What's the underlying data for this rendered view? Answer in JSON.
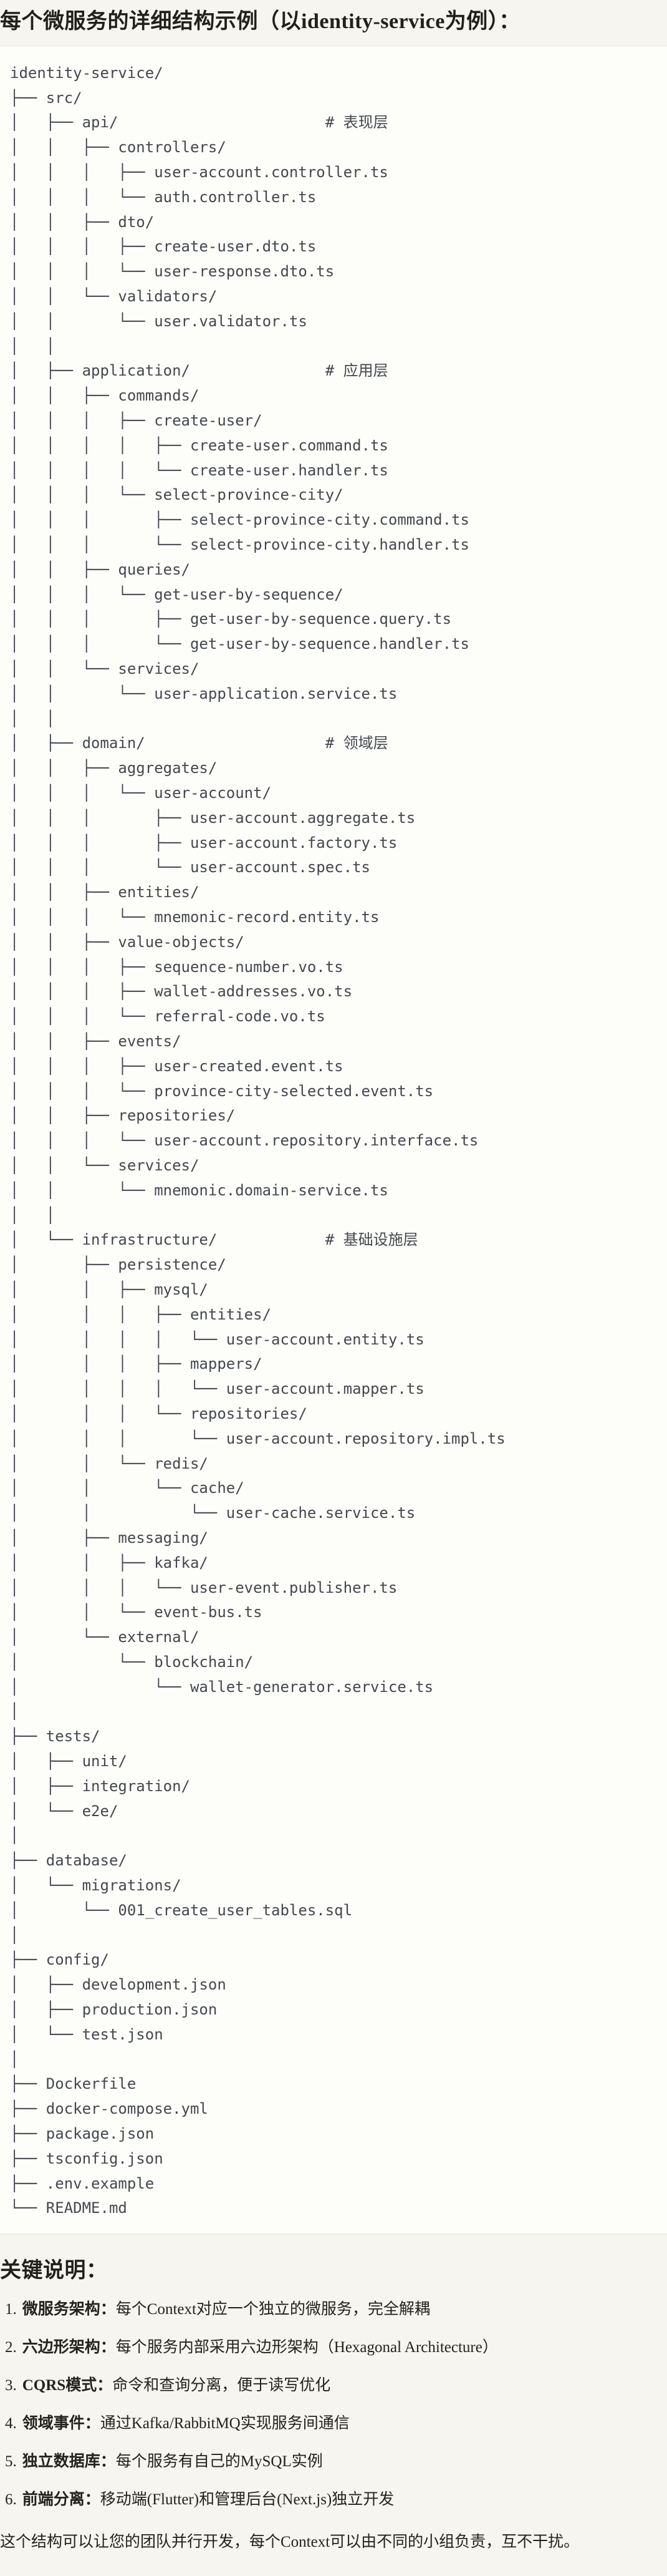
{
  "header": {
    "title": "每个微服务的详细结构示例（以identity-service为例）："
  },
  "code_block": {
    "tree_lines": [
      "identity-service/",
      "├── src/",
      "│   ├── api/                       # 表现层",
      "│   │   ├── controllers/",
      "│   │   │   ├── user-account.controller.ts",
      "│   │   │   └── auth.controller.ts",
      "│   │   ├── dto/",
      "│   │   │   ├── create-user.dto.ts",
      "│   │   │   └── user-response.dto.ts",
      "│   │   └── validators/",
      "│   │       └── user.validator.ts",
      "│   │",
      "│   ├── application/               # 应用层",
      "│   │   ├── commands/",
      "│   │   │   ├── create-user/",
      "│   │   │   │   ├── create-user.command.ts",
      "│   │   │   │   └── create-user.handler.ts",
      "│   │   │   └── select-province-city/",
      "│   │   │       ├── select-province-city.command.ts",
      "│   │   │       └── select-province-city.handler.ts",
      "│   │   ├── queries/",
      "│   │   │   └── get-user-by-sequence/",
      "│   │   │       ├── get-user-by-sequence.query.ts",
      "│   │   │       └── get-user-by-sequence.handler.ts",
      "│   │   └── services/",
      "│   │       └── user-application.service.ts",
      "│   │",
      "│   ├── domain/                    # 领域层",
      "│   │   ├── aggregates/",
      "│   │   │   └── user-account/",
      "│   │   │       ├── user-account.aggregate.ts",
      "│   │   │       ├── user-account.factory.ts",
      "│   │   │       └── user-account.spec.ts",
      "│   │   ├── entities/",
      "│   │   │   └── mnemonic-record.entity.ts",
      "│   │   ├── value-objects/",
      "│   │   │   ├── sequence-number.vo.ts",
      "│   │   │   ├── wallet-addresses.vo.ts",
      "│   │   │   └── referral-code.vo.ts",
      "│   │   ├── events/",
      "│   │   │   ├── user-created.event.ts",
      "│   │   │   └── province-city-selected.event.ts",
      "│   │   ├── repositories/",
      "│   │   │   └── user-account.repository.interface.ts",
      "│   │   └── services/",
      "│   │       └── mnemonic.domain-service.ts",
      "│   │",
      "│   └── infrastructure/            # 基础设施层",
      "│       ├── persistence/",
      "│       │   ├── mysql/",
      "│       │   │   ├── entities/",
      "│       │   │   │   └── user-account.entity.ts",
      "│       │   │   ├── mappers/",
      "│       │   │   │   └── user-account.mapper.ts",
      "│       │   │   └── repositories/",
      "│       │   │       └── user-account.repository.impl.ts",
      "│       │   └── redis/",
      "│       │       └── cache/",
      "│       │           └── user-cache.service.ts",
      "│       ├── messaging/",
      "│       │   ├── kafka/",
      "│       │   │   └── user-event.publisher.ts",
      "│       │   └── event-bus.ts",
      "│       └── external/",
      "│           └── blockchain/",
      "│               └── wallet-generator.service.ts",
      "│",
      "├── tests/",
      "│   ├── unit/",
      "│   ├── integration/",
      "│   └── e2e/",
      "│",
      "├── database/",
      "│   └── migrations/",
      "│       └── 001_create_user_tables.sql",
      "│",
      "├── config/",
      "│   ├── development.json",
      "│   ├── production.json",
      "│   └── test.json",
      "│",
      "├── Dockerfile",
      "├── docker-compose.yml",
      "├── package.json",
      "├── tsconfig.json",
      "├── .env.example",
      "└── README.md"
    ]
  },
  "notes": {
    "title": "关键说明：",
    "items": [
      {
        "num": "1.",
        "term": "微服务架构：",
        "text": "每个Context对应一个独立的微服务，完全解耦"
      },
      {
        "num": "2.",
        "term": "六边形架构：",
        "text": "每个服务内部采用六边形架构（Hexagonal Architecture）"
      },
      {
        "num": "3.",
        "term": "CQRS模式：",
        "text": "命令和查询分离，便于读写优化"
      },
      {
        "num": "4.",
        "term": "领域事件：",
        "text": "通过Kafka/RabbitMQ实现服务间通信"
      },
      {
        "num": "5.",
        "term": "独立数据库：",
        "text": "每个服务有自己的MySQL实例"
      },
      {
        "num": "6.",
        "term": "前端分离：",
        "text": "移动端(Flutter)和管理后台(Next.js)独立开发"
      }
    ],
    "closing": "这个结构可以让您的团队并行开发，每个Context可以由不同的小组负责，互不干扰。"
  },
  "colors": {
    "page_background": "#f6f5ef",
    "code_background": "#fdfdfa",
    "code_border": "#e8e6de",
    "code_text": "#44484e",
    "body_text": "#21201c"
  }
}
